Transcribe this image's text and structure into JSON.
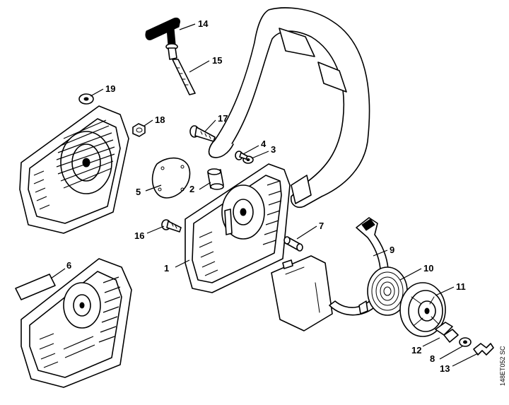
{
  "diagram": {
    "drawing_code": "148ET052 SC",
    "callouts": [
      {
        "id": "c1",
        "label": "1"
      },
      {
        "id": "c2",
        "label": "2"
      },
      {
        "id": "c3",
        "label": "3"
      },
      {
        "id": "c4",
        "label": "4"
      },
      {
        "id": "c5",
        "label": "5"
      },
      {
        "id": "c6",
        "label": "6"
      },
      {
        "id": "c7",
        "label": "7"
      },
      {
        "id": "c8",
        "label": "8"
      },
      {
        "id": "c9",
        "label": "9"
      },
      {
        "id": "c10",
        "label": "10"
      },
      {
        "id": "c11",
        "label": "11"
      },
      {
        "id": "c12",
        "label": "12"
      },
      {
        "id": "c13",
        "label": "13"
      },
      {
        "id": "c14",
        "label": "14"
      },
      {
        "id": "c15",
        "label": "15"
      },
      {
        "id": "c16",
        "label": "16"
      },
      {
        "id": "c17",
        "label": "17"
      },
      {
        "id": "c18",
        "label": "18"
      },
      {
        "id": "c19",
        "label": "19"
      }
    ]
  }
}
